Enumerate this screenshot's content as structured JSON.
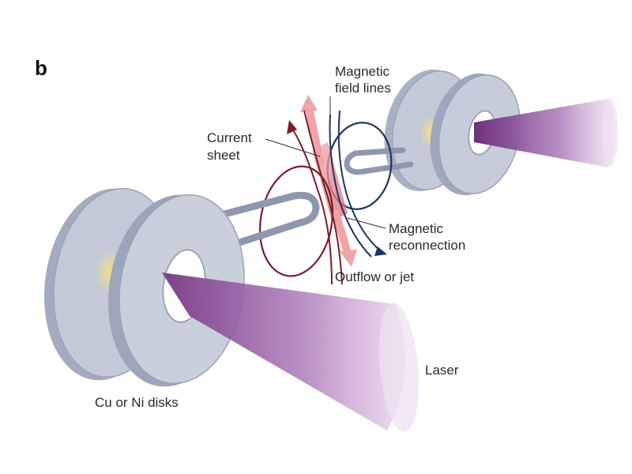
{
  "panel_label": "b",
  "labels": {
    "magnetic_field_lines": [
      "Magnetic",
      "field lines"
    ],
    "current_sheet": [
      "Current",
      "sheet"
    ],
    "magnetic_reconnection": [
      "Magnetic",
      "reconnection"
    ],
    "outflow": "Outflow or jet",
    "laser": "Laser",
    "disks": "Cu or Ni disks"
  },
  "colors": {
    "disk_face": "#c3c9d6",
    "disk_edge": "#9aa3b8",
    "disk_shadow": "#a9b1c4",
    "wire": "#8e97ad",
    "laser": "#9b5ea6",
    "hotspot": "#f1dc8a",
    "field_line_red": "#7c1c25",
    "field_line_blue": "#1e3563",
    "outflow_arrow": "#e88f95",
    "current_sheet": "#e7868c"
  }
}
